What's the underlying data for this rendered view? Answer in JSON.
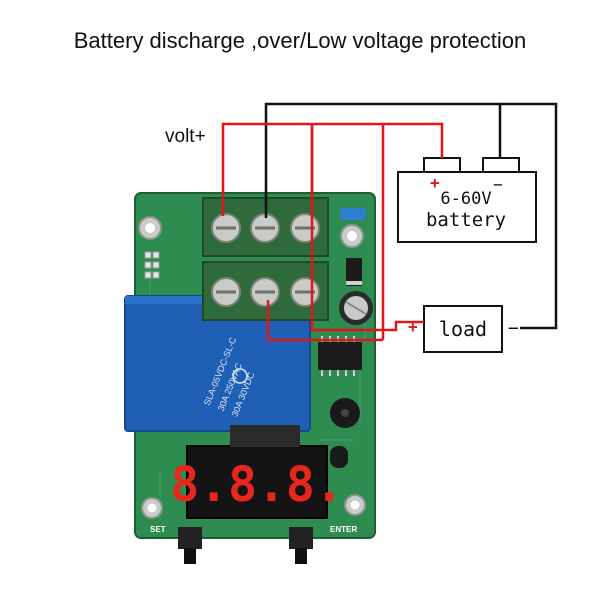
{
  "title": "Battery discharge ,over/Low voltage protection",
  "labels": {
    "volt_plus": "volt+",
    "battery_plus": "+",
    "battery_minus": "−",
    "battery_voltage": "6-60V",
    "battery_name": "battery",
    "load_plus": "+",
    "load_name": "load",
    "load_minus": "−"
  },
  "board": {
    "display_digits": "8.8.8.",
    "set_label": "SET",
    "enter_label": "ENTER",
    "relay_text_1": "SLA-05VDC-SL-C",
    "relay_text_2": "30A 250VAC",
    "relay_text_3": "30A 30VDC"
  },
  "colors": {
    "positive_wire": "#e0161b",
    "negative_wire": "#111111",
    "pcb": "#2e8a4e",
    "relay": "#1f5fb4",
    "terminal": "#2f6b3a",
    "display_digit": "#e8261e"
  }
}
